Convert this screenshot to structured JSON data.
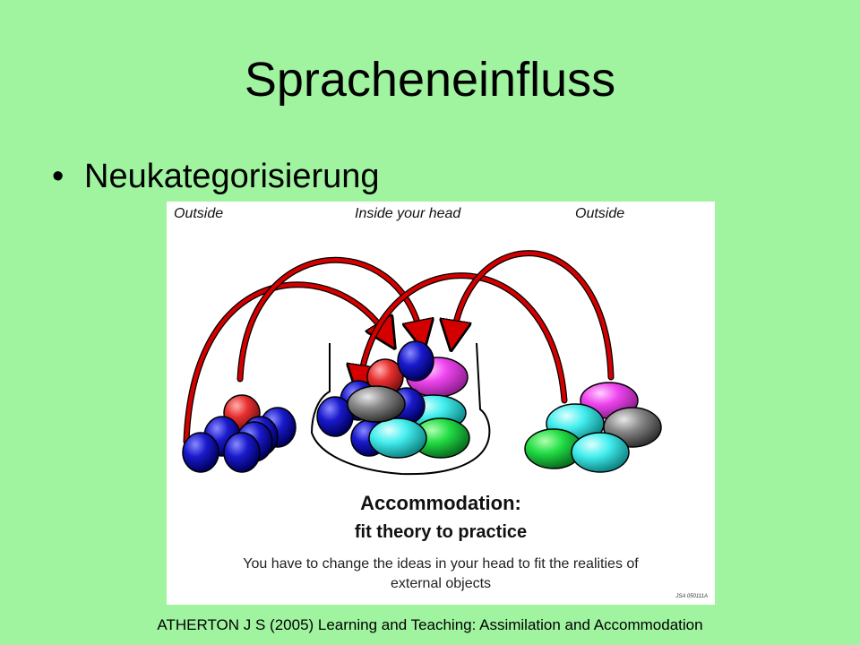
{
  "slide": {
    "title": "Spracheneinfluss",
    "bullet": "Neukategorisierung",
    "citation": "ATHERTON J S (2005) Learning and Teaching:  Assimilation and Accommodation"
  },
  "figure": {
    "label_left": "Outside",
    "label_center": "Inside your head",
    "label_right": "Outside",
    "heading": "Accommodation:",
    "subheading": "fit theory to practice",
    "description_line1": "You have to change the ideas in your head to fit the realities of",
    "description_line2": "external objects",
    "stamp": "JSA 050111A"
  },
  "colors": {
    "background": "#a0f4a0",
    "arrow": "#d40000",
    "blue_ball": "#1a1acc",
    "red_ball": "#e83030",
    "magenta_ball": "#ee44ee",
    "cyan_ball": "#44eeee",
    "green_ball": "#22dd44",
    "grey_ball": "#888888"
  }
}
